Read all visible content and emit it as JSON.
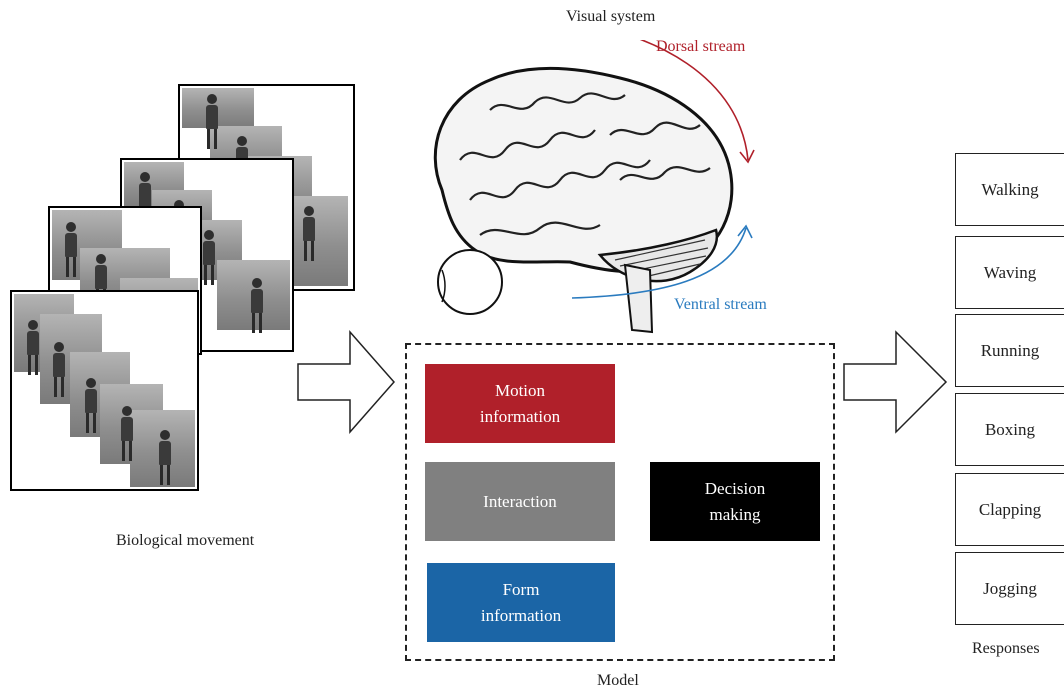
{
  "visual_system": {
    "title": "Visual system",
    "dorsal": "Dorsal stream",
    "ventral": "Ventral stream",
    "dorsal_color": "#b0202a",
    "ventral_color": "#2a7bbf"
  },
  "input": {
    "label": "Biological movement"
  },
  "model": {
    "label": "Model",
    "motion": "Motion information",
    "interaction": "Interaction",
    "form": "Form information",
    "decision": "Decision making",
    "colors": {
      "motion": "#b0202a",
      "interaction": "#808080",
      "form": "#1b65a6",
      "decision": "#000000"
    }
  },
  "responses": {
    "label": "Responses",
    "items": [
      "Walking",
      "Waving",
      "Running",
      "Boxing",
      "Clapping",
      "Jogging"
    ]
  }
}
